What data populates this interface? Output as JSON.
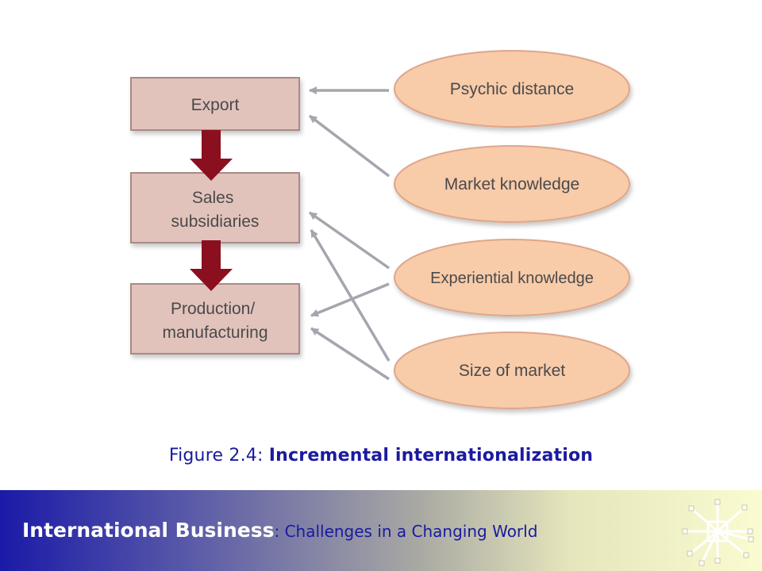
{
  "diagram": {
    "stages": [
      {
        "lines": [
          "Export"
        ]
      },
      {
        "lines": [
          "Sales",
          "subsidiaries"
        ]
      },
      {
        "lines": [
          "Production/",
          "manufacturing"
        ]
      }
    ],
    "factors": [
      {
        "label": "Psychic distance"
      },
      {
        "label": "Market knowledge"
      },
      {
        "label": "Experiential knowledge"
      },
      {
        "label": "Size of market"
      }
    ],
    "colors": {
      "stage_fill": "#e2c3bc",
      "stage_border": "#a88a85",
      "factor_fill": "#f8cba9",
      "factor_border": "#dfa68a",
      "stage_arrow": "#8a0f1f",
      "influence_arrow": "#a4a6ae"
    }
  },
  "caption": {
    "prefix": "Figure 2.4: ",
    "title": "Incremental internationalization"
  },
  "footer": {
    "book_title": "International Business",
    "book_subtitle": ": Challenges in a Changing World",
    "logo_icon": "network-node-icon"
  }
}
